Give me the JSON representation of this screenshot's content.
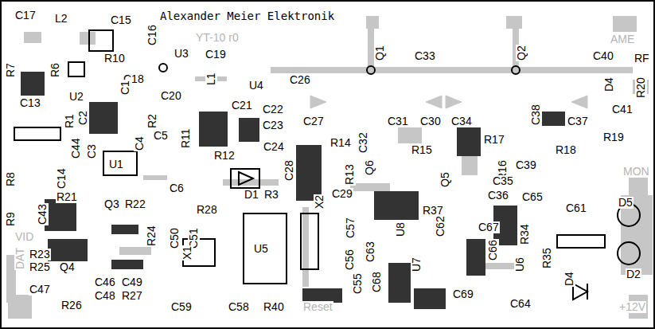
{
  "diagram": {
    "title": "Alexander Meier Elektronik",
    "labels": [
      "C17",
      "L2",
      "C15",
      "C16",
      "YT-10 r0",
      "AME",
      "R10",
      "U3",
      "C19",
      "Q1",
      "C33",
      "Q2",
      "C40",
      "RF",
      "R7",
      "R6",
      "C18",
      "L1",
      "U4",
      "U2",
      "C1",
      "C26",
      "D4",
      "R20",
      "C13",
      "C20",
      "C21",
      "C22",
      "C23",
      "C24",
      "C41",
      "C38",
      "R1",
      "C2",
      "R2",
      "C5",
      "R11",
      "C27",
      "C31",
      "C30",
      "C34",
      "C37",
      "R19",
      "C44",
      "C3",
      "C4",
      "R12",
      "R14",
      "C32",
      "R15",
      "R17",
      "R18",
      "C39",
      "U1",
      "MON",
      "R8",
      "C14",
      "C6",
      "D1",
      "R3",
      "C28",
      "R13",
      "Q6",
      "C29",
      "R16",
      "C35",
      "C36",
      "Q5",
      "C65",
      "R21",
      "Q3",
      "R22",
      "R28",
      "X2",
      "R37",
      "C61",
      "D5",
      "R34",
      "C67",
      "C66",
      "C57",
      "U8",
      "C62",
      "C43",
      "R9",
      "VID",
      "C50",
      "C51",
      "R24",
      "U5",
      "C56",
      "C63",
      "U7",
      "R35",
      "U6",
      "X1",
      "R23",
      "R25",
      "DAT",
      "Q4",
      "C47",
      "C46",
      "C49",
      "C48",
      "R27",
      "R26",
      "C55",
      "C68",
      "C69",
      "D4",
      "D2",
      "C64",
      "C58",
      "R40",
      "C59",
      "Reset",
      "+12V"
    ]
  }
}
